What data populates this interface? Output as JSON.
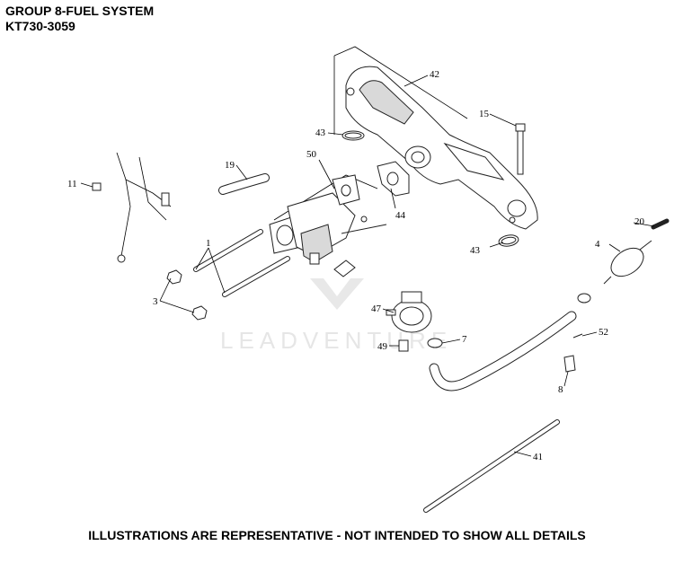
{
  "header": {
    "title": "GROUP 8-FUEL SYSTEM",
    "model": "KT730-3059"
  },
  "watermark": "LEADVENTURE",
  "footer": "ILLUSTRATIONS ARE REPRESENTATIVE - NOT INTENDED TO SHOW ALL DETAILS",
  "callouts": {
    "c1": "1",
    "c3": "3",
    "c4": "4",
    "c7": "7",
    "c8": "8",
    "c11": "11",
    "c15": "15",
    "c19": "19",
    "c20": "20",
    "c41": "41",
    "c42": "42",
    "c43a": "43",
    "c43b": "43",
    "c44": "44",
    "c47": "47",
    "c49": "49",
    "c50": "50",
    "c52": "52"
  }
}
